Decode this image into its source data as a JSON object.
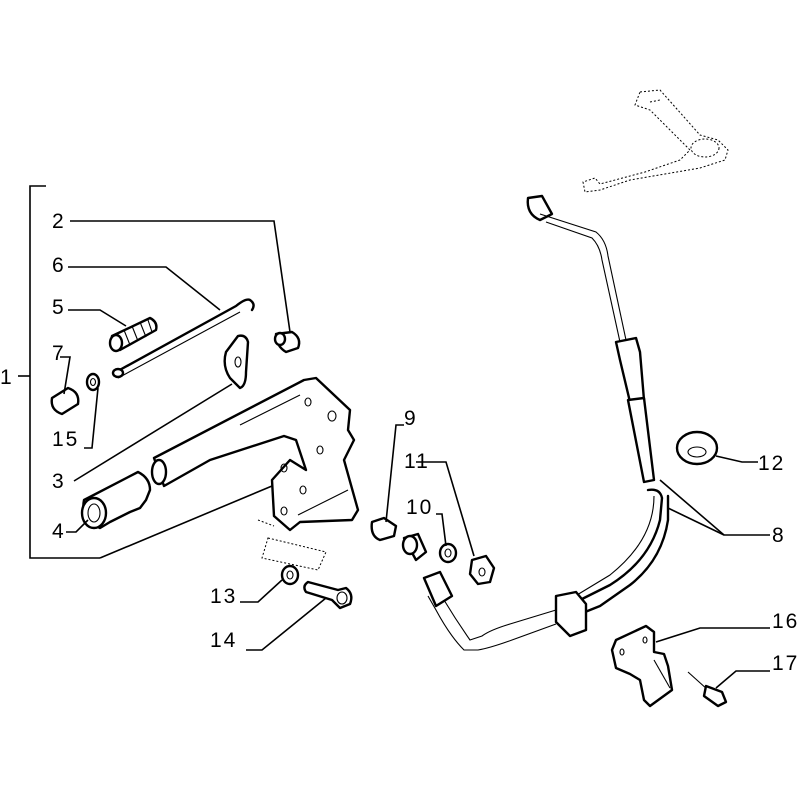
{
  "diagram": {
    "type": "exploded-parts-diagram",
    "callouts": [
      {
        "id": "1",
        "label": "1"
      },
      {
        "id": "2",
        "label": "2"
      },
      {
        "id": "3",
        "label": "3"
      },
      {
        "id": "4",
        "label": "4"
      },
      {
        "id": "5",
        "label": "5"
      },
      {
        "id": "6",
        "label": "6"
      },
      {
        "id": "7",
        "label": "7"
      },
      {
        "id": "8",
        "label": "8"
      },
      {
        "id": "9",
        "label": "9"
      },
      {
        "id": "10",
        "label": "10"
      },
      {
        "id": "11",
        "label": "11"
      },
      {
        "id": "12",
        "label": "12"
      },
      {
        "id": "13",
        "label": "13"
      },
      {
        "id": "14",
        "label": "14"
      },
      {
        "id": "15",
        "label": "15"
      },
      {
        "id": "16",
        "label": "16"
      },
      {
        "id": "17",
        "label": "17"
      }
    ],
    "line_color": "#000000",
    "background_color": "#ffffff"
  }
}
